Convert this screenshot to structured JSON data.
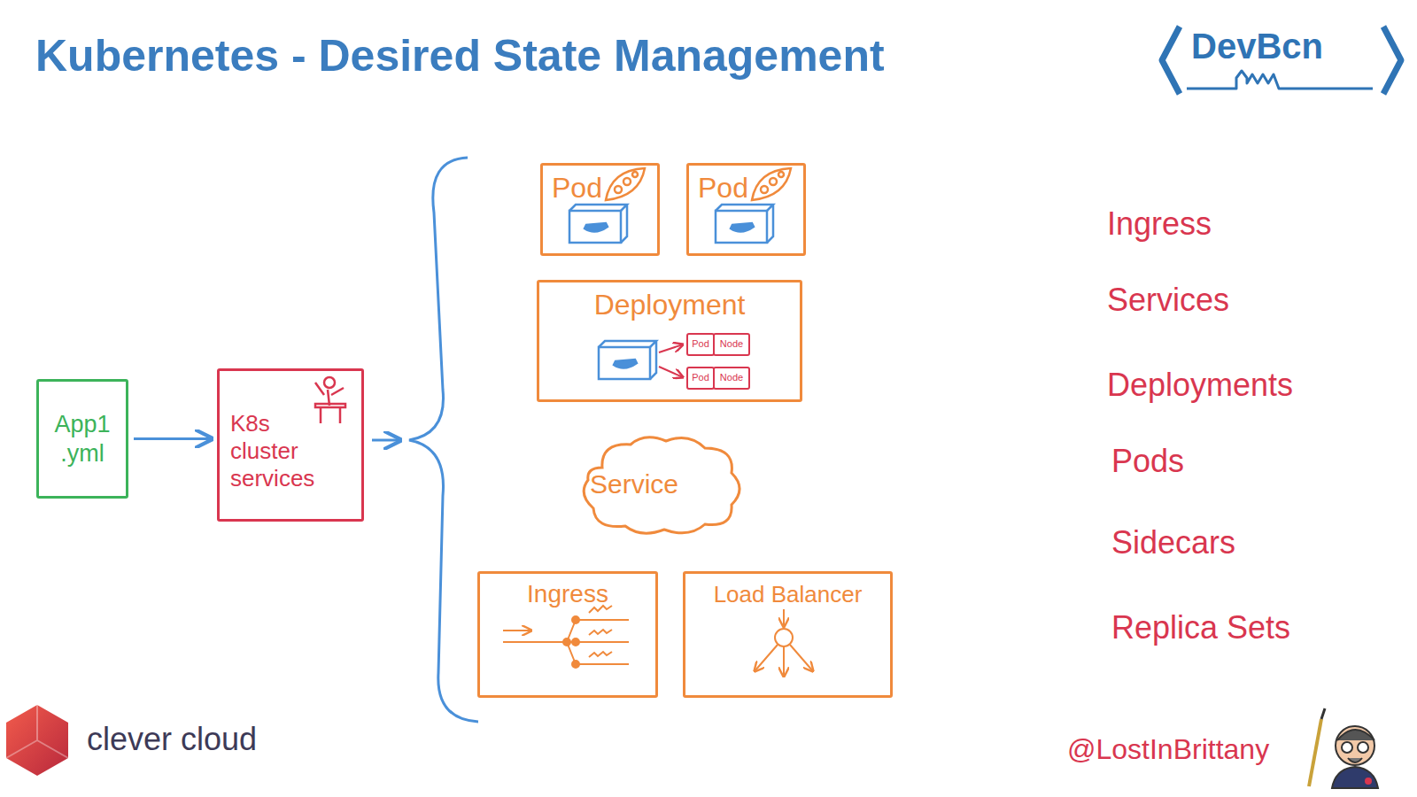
{
  "diagram": {
    "title": "Kubernetes - Desired State Management",
    "nodes": [
      {
        "text": [
          "App1 .yml"
        ]
      },
      {
        "text": [
          "K8s cluster services"
        ]
      },
      {
        "text": [
          "Pod"
        ]
      },
      {
        "text": [
          "Pod"
        ]
      },
      {
        "text": [
          "Deployment"
        ]
      },
      {
        "text": [
          "Pod"
        ],
        "in": 4
      },
      {
        "text": [
          "Node"
        ],
        "in": 4
      },
      {
        "text": [
          "Pod"
        ],
        "in": 4
      },
      {
        "text": [
          "Node"
        ],
        "in": 4
      },
      {
        "text": [
          "Service"
        ]
      },
      {
        "text": [
          "Ingress"
        ]
      },
      {
        "text": [
          "Load Balancer"
        ]
      }
    ],
    "edges": [
      {
        "from": 0,
        "to": 1,
        "arrow": "to"
      }
    ],
    "labels": [
      "DevBcn",
      "Ingress",
      "Services",
      "Deployments",
      "Pods",
      "Sidecars",
      "Replica Sets",
      "clever cloud",
      "@LostInBrittany"
    ]
  }
}
